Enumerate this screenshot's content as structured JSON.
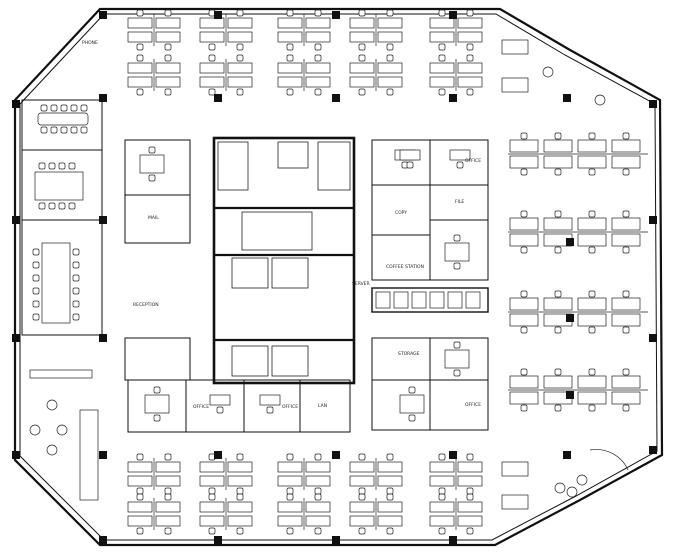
{
  "plan": {
    "labels": {
      "phone": "PHONE",
      "reception": "RECEPTION",
      "copy": "COPY",
      "office_1": "OFFICE",
      "office_2": "OFFICE",
      "office_3": "OFFICE",
      "office_4": "OFFICE",
      "file": "FILE",
      "storage": "STORAGE",
      "lan": "LAN",
      "coffee": "COFFEE STATION",
      "mail": "MAIL",
      "server": "SERVER"
    }
  },
  "colors": {
    "wall": "#111111",
    "line": "#222222",
    "furniture_fill": "#ffffff"
  }
}
